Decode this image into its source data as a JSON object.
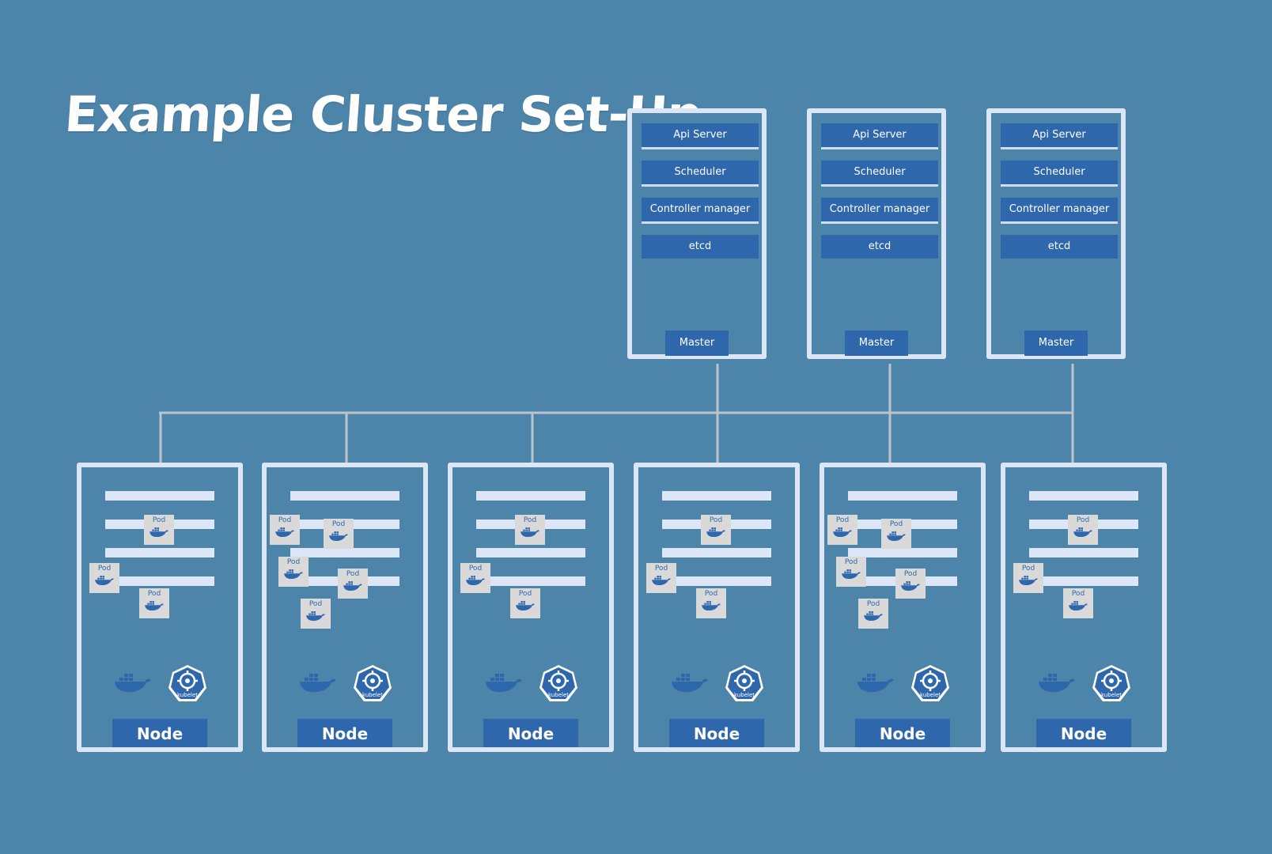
{
  "title": "Example Cluster Set-Up",
  "colors": {
    "background": "#4d84aa",
    "frame": "#dde6f6",
    "component": "#2f67ac",
    "pod": "#d9d9da",
    "wire": "#b9c4cc"
  },
  "masters": [
    {
      "components": [
        "Api Server",
        "Scheduler",
        "Controller manager",
        "etcd"
      ],
      "label": "Master"
    },
    {
      "components": [
        "Api Server",
        "Scheduler",
        "Controller manager",
        "etcd"
      ],
      "label": "Master"
    },
    {
      "components": [
        "Api Server",
        "Scheduler",
        "Controller manager",
        "etcd"
      ],
      "label": "Master"
    }
  ],
  "nodes": [
    {
      "label": "Node",
      "pod_count": 3,
      "runtime_icon": "docker-whale-icon",
      "agent_icon": "kubelet-icon",
      "agent_label": "kubelet"
    },
    {
      "label": "Node",
      "pod_count": 5,
      "runtime_icon": "docker-whale-icon",
      "agent_icon": "kubelet-icon",
      "agent_label": "kubelet"
    },
    {
      "label": "Node",
      "pod_count": 3,
      "runtime_icon": "docker-whale-icon",
      "agent_icon": "kubelet-icon",
      "agent_label": "kubelet"
    },
    {
      "label": "Node",
      "pod_count": 3,
      "runtime_icon": "docker-whale-icon",
      "agent_icon": "kubelet-icon",
      "agent_label": "kubelet"
    },
    {
      "label": "Node",
      "pod_count": 5,
      "runtime_icon": "docker-whale-icon",
      "agent_icon": "kubelet-icon",
      "agent_label": "kubelet"
    },
    {
      "label": "Node",
      "pod_count": 3,
      "runtime_icon": "docker-whale-icon",
      "agent_icon": "kubelet-icon",
      "agent_label": "kubelet"
    }
  ],
  "pod_label": "Pod"
}
